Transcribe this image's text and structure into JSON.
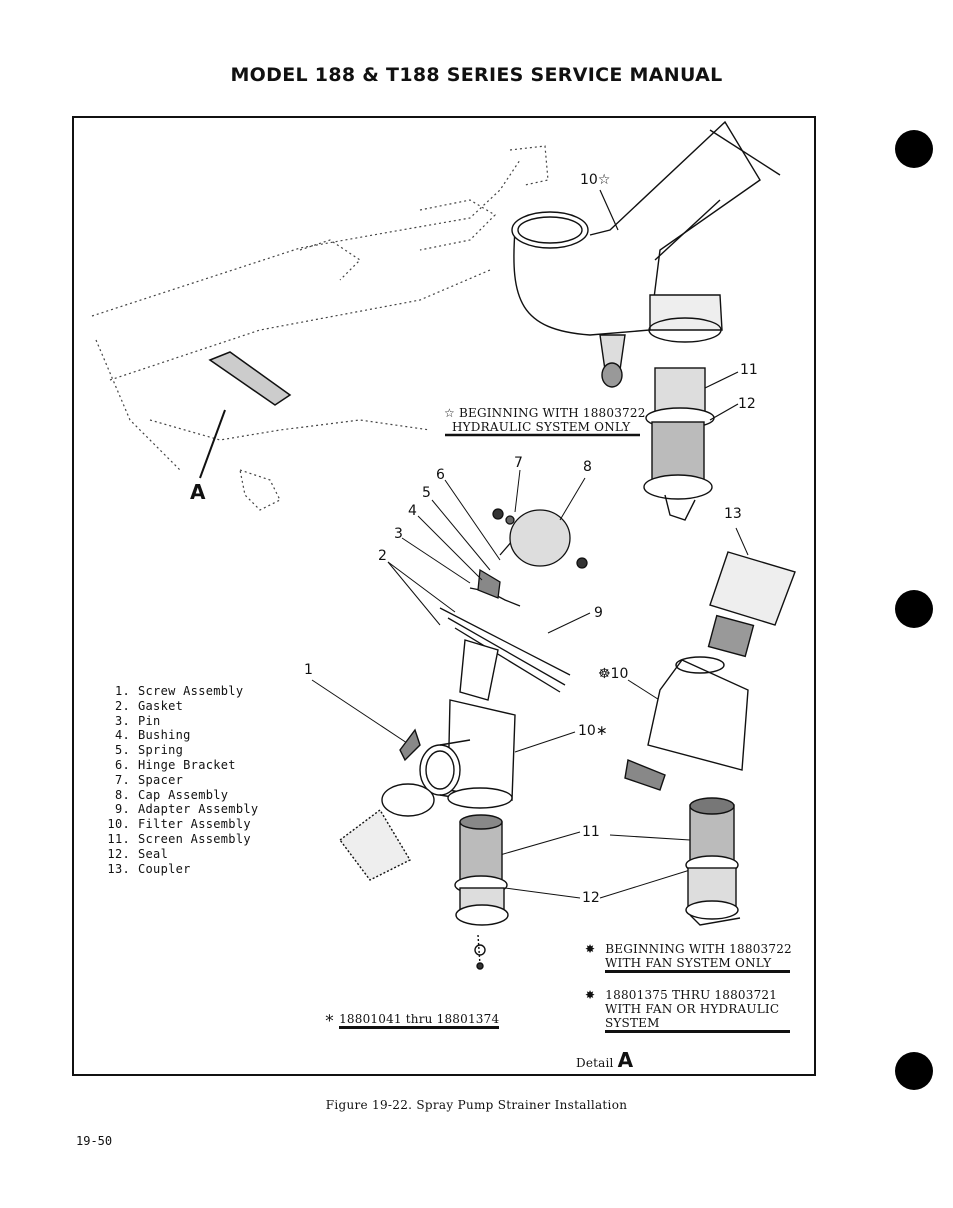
{
  "header": {
    "title": "MODEL 188 & T188 SERIES SERVICE MANUAL"
  },
  "legend": [
    {
      "num": "1.",
      "label": "Screw Assembly"
    },
    {
      "num": "2.",
      "label": "Gasket"
    },
    {
      "num": "3.",
      "label": "Pin"
    },
    {
      "num": "4.",
      "label": "Bushing"
    },
    {
      "num": "5.",
      "label": "Spring"
    },
    {
      "num": "6.",
      "label": "Hinge Bracket"
    },
    {
      "num": "7.",
      "label": "Spacer"
    },
    {
      "num": "8.",
      "label": "Cap Assembly"
    },
    {
      "num": "9.",
      "label": "Adapter Assembly"
    },
    {
      "num": "10.",
      "label": "Filter Assembly"
    },
    {
      "num": "11.",
      "label": "Screen Assembly"
    },
    {
      "num": "12.",
      "label": "Seal"
    },
    {
      "num": "13.",
      "label": "Coupler"
    }
  ],
  "callouts": {
    "c1": "1",
    "c2": "2",
    "c3": "3",
    "c4": "4",
    "c5": "5",
    "c6": "6",
    "c7": "7",
    "c8": "8",
    "c9": "9",
    "c10_star": "10☆",
    "c10_hash": "☸10",
    "c10_ast": "10∗",
    "c11a": "11",
    "c11b": "11",
    "c12a": "12",
    "c12b": "12",
    "c13": "13",
    "cA": "A"
  },
  "notes": {
    "hydraulic_line1": "☆ BEGINNING WITH 18803722",
    "hydraulic_line2": "HYDRAULIC SYSTEM ONLY",
    "fan_line1": "BEGINNING WITH 18803722",
    "fan_line2": "WITH FAN SYSTEM ONLY",
    "fan_mark": "✸",
    "range_line1": "18801375 THRU 18803721",
    "range_line2": "WITH FAN OR HYDRAULIC",
    "range_line3": "SYSTEM",
    "range_mark": "✸",
    "serial_mark": "∗",
    "serial": "18801041 thru 18801374",
    "detail_label": "Detail",
    "detail_letter": "A"
  },
  "caption": "Figure 19-22. Spray Pump Strainer Installation",
  "page_number": "19-50"
}
